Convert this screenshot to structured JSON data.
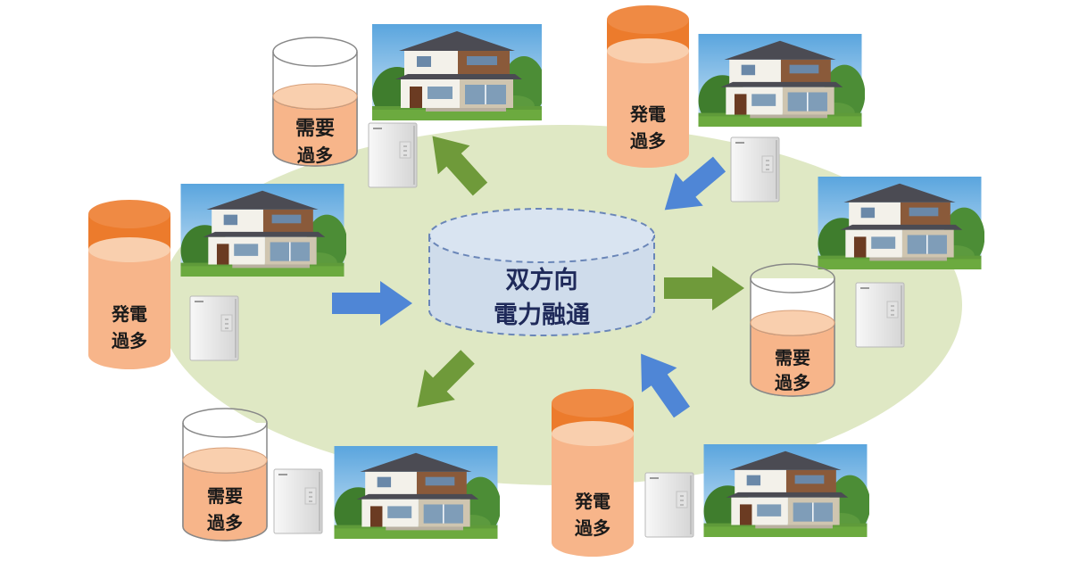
{
  "center": {
    "line1": "双方向",
    "line2": "電力融通"
  },
  "nodes": [
    {
      "state": "需要過多",
      "line1": "需要",
      "line2": "過多",
      "role": "demand"
    },
    {
      "state": "発電過多",
      "line1": "発電",
      "line2": "過多",
      "role": "surplus"
    },
    {
      "state": "発電過多",
      "line1": "発電",
      "line2": "過多",
      "role": "surplus"
    },
    {
      "state": "需要過多",
      "line1": "需要",
      "line2": "過多",
      "role": "demand"
    },
    {
      "state": "需要過多",
      "line1": "需要",
      "line2": "過多",
      "role": "demand"
    },
    {
      "state": "発電過多",
      "line1": "発電",
      "line2": "過多",
      "role": "surplus"
    }
  ],
  "colors": {
    "ellipse": "#dfe8c4",
    "hub_fill": "#cfdceb",
    "hub_stroke": "#6a86b8",
    "tank_liquid": "#f7b58a",
    "tank_surplus_top": "#ec7b2c",
    "arrow_in": "#4f86d6",
    "arrow_out": "#6f9a3a",
    "battery": "#eeeeee"
  },
  "icons": [
    "house-icon",
    "battery-unit-icon",
    "storage-tank-icon",
    "arrow-icon"
  ]
}
